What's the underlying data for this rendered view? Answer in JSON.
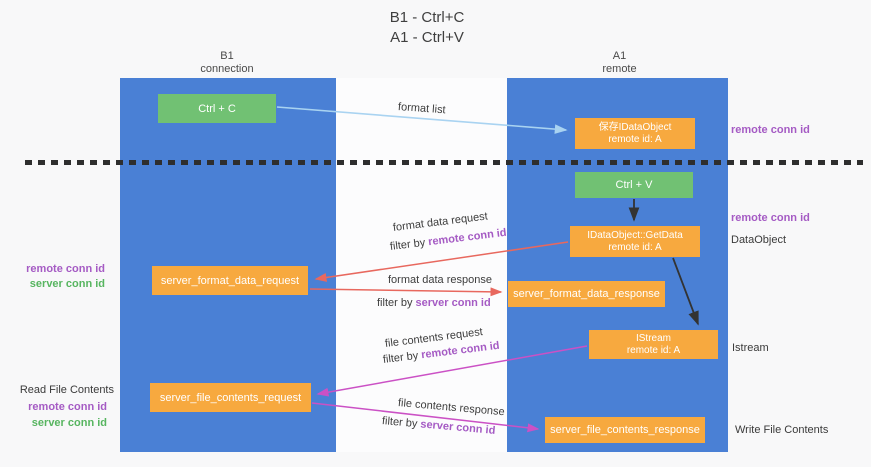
{
  "title": {
    "line1": "B1 - Ctrl+C",
    "line2": "A1 - Ctrl+V"
  },
  "columns": {
    "left": {
      "name": "B1",
      "subtitle": "connection"
    },
    "right": {
      "name": "A1",
      "subtitle": "remote"
    }
  },
  "boxes": {
    "ctrl_c": {
      "label": "Ctrl + C"
    },
    "save_dataobject": {
      "line1": "保存IDataObject",
      "line2": "remote id: A"
    },
    "ctrl_v": {
      "label": "Ctrl + V"
    },
    "getdata": {
      "line1": "IDataObject::GetData",
      "line2": "remote id: A"
    },
    "format_request": {
      "label": "server_format_data_request"
    },
    "format_response": {
      "label": "server_format_data_response"
    },
    "istream": {
      "line1": "IStream",
      "line2": "remote id: A"
    },
    "file_request": {
      "label": "server_file_contents_request"
    },
    "file_response": {
      "label": "server_file_contents_response"
    }
  },
  "side_labels": {
    "right_top_remote_conn": "remote conn id",
    "right_mid_remote_conn": "remote conn id",
    "dataobject": "DataObject",
    "istream": "Istream",
    "write_file_contents": "Write File Contents",
    "left_top_remote_conn": "remote conn id",
    "left_top_server_conn": "server conn id",
    "read_file_contents": "Read File Contents",
    "left_bottom_remote_conn": "remote conn id",
    "left_bottom_server_conn": "server conn id"
  },
  "arrow_labels": {
    "format_list": "format list",
    "format_data_request": "format data request",
    "format_data_response": "format data response",
    "file_contents_request": "file contents request",
    "file_contents_response": "file contents response",
    "filters": [
      {
        "prefix": "filter by ",
        "id": "remote conn id"
      },
      {
        "prefix": "filter by ",
        "id": "server conn id"
      },
      {
        "prefix": "filter by ",
        "id": "remote conn id"
      },
      {
        "prefix": "filter by ",
        "id": "server conn id"
      }
    ]
  },
  "colors": {
    "lane_blue": "#4a80d5",
    "box_orange": "#f7a93f",
    "box_green": "#71c173",
    "arrow_blue": "#a9d3f1",
    "arrow_red": "#e8685e",
    "arrow_magenta": "#cb51c5",
    "arrow_black": "#333333",
    "label_purple": "#a55bc4",
    "label_green": "#57b560"
  }
}
